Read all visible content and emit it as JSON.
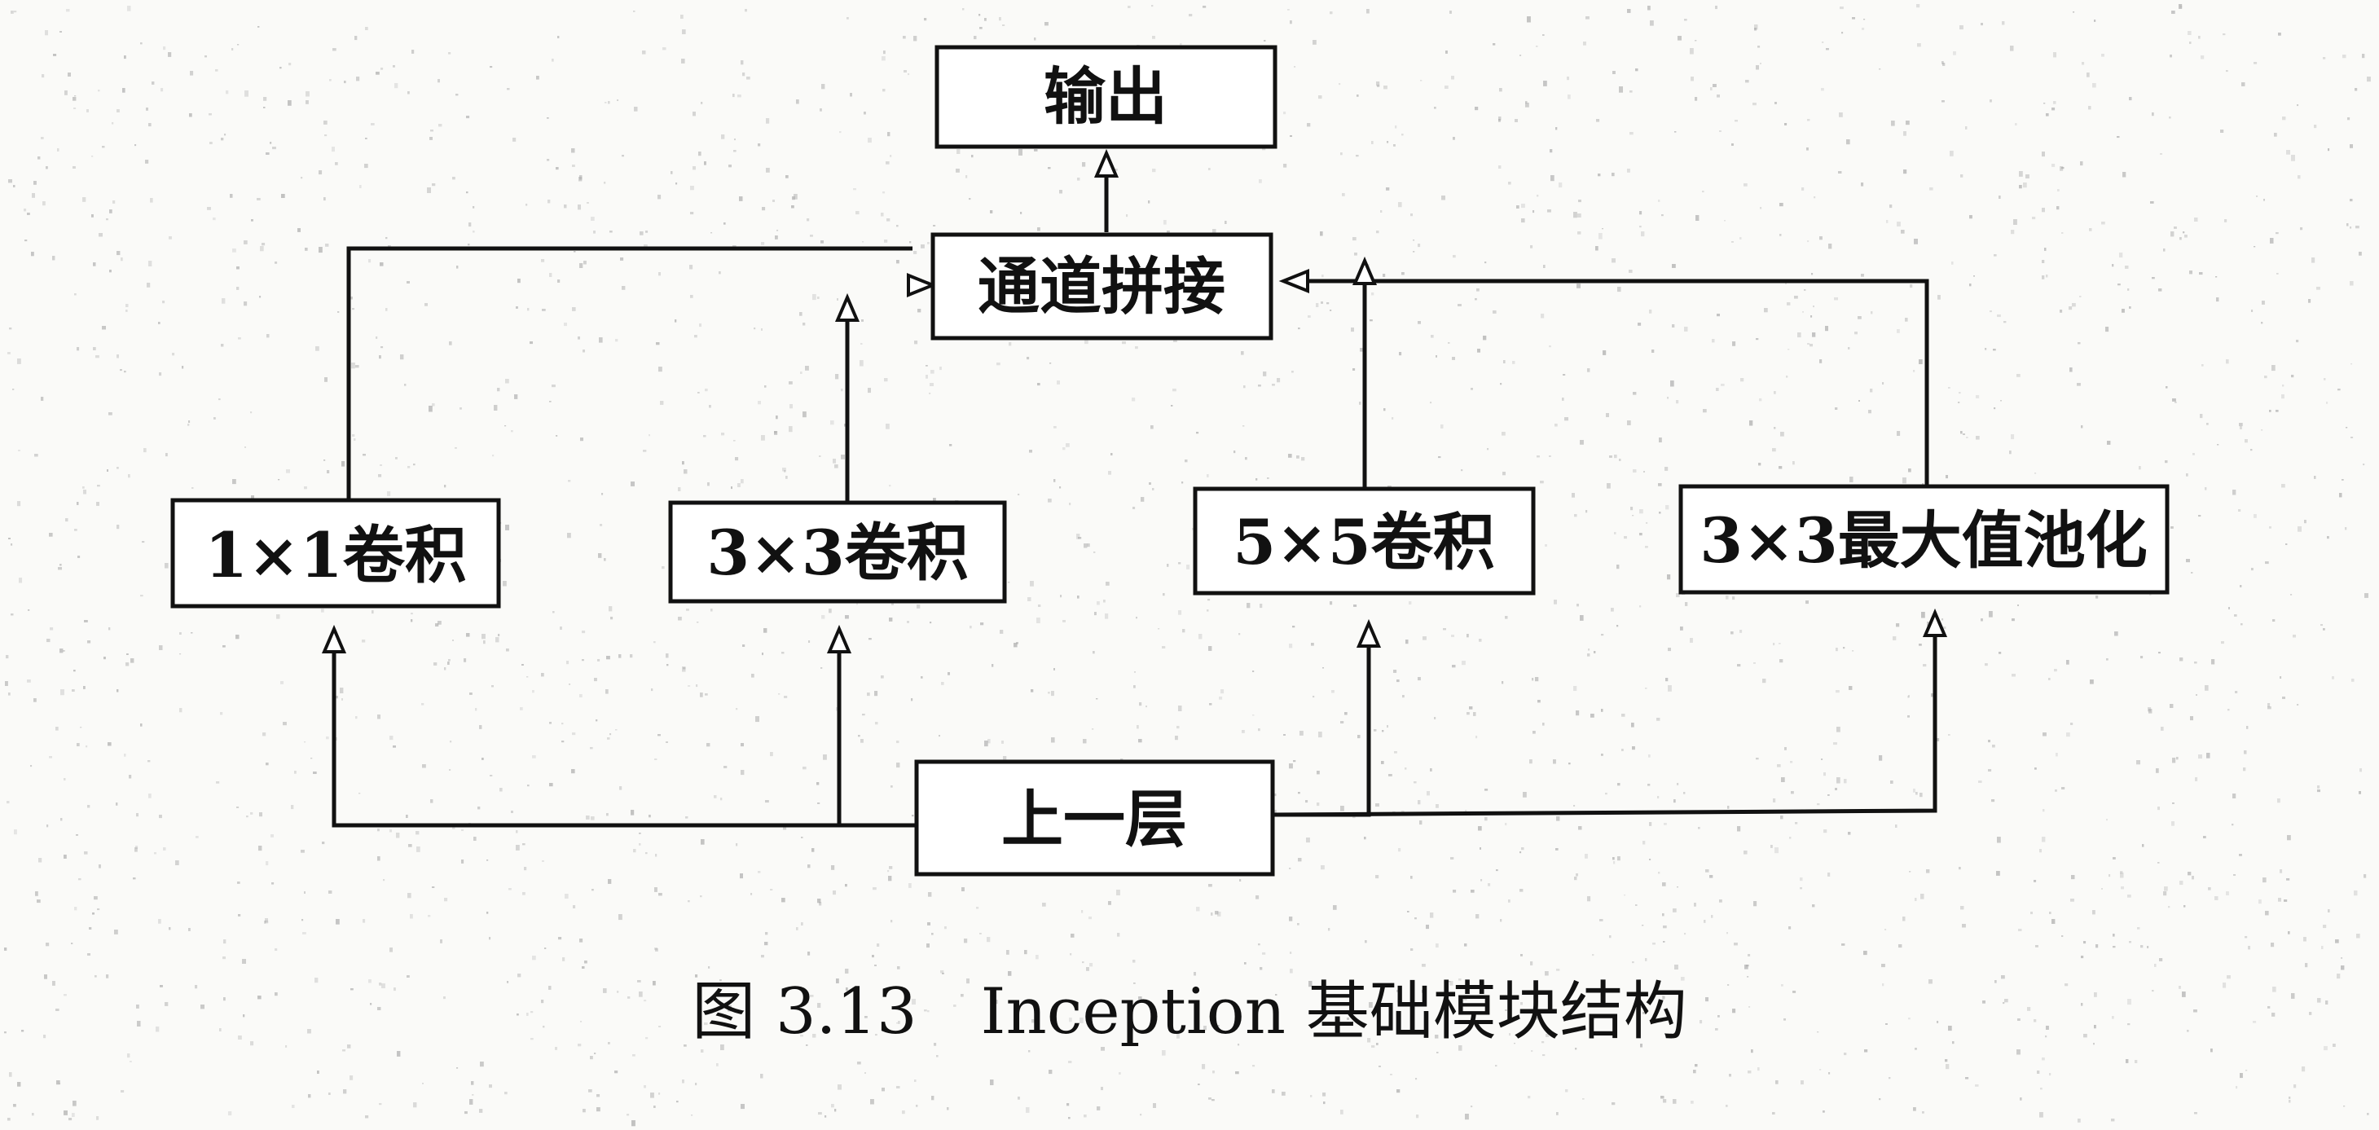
{
  "diagram": {
    "nodes": {
      "output": "输出",
      "concat": "通道拼接",
      "conv1": "1×1卷积",
      "conv3": "3×3卷积",
      "conv5": "5×5卷积",
      "pool": "3×3最大值池化",
      "prev": "上一层"
    },
    "caption": "图 3.13　Inception 基础模块结构"
  }
}
